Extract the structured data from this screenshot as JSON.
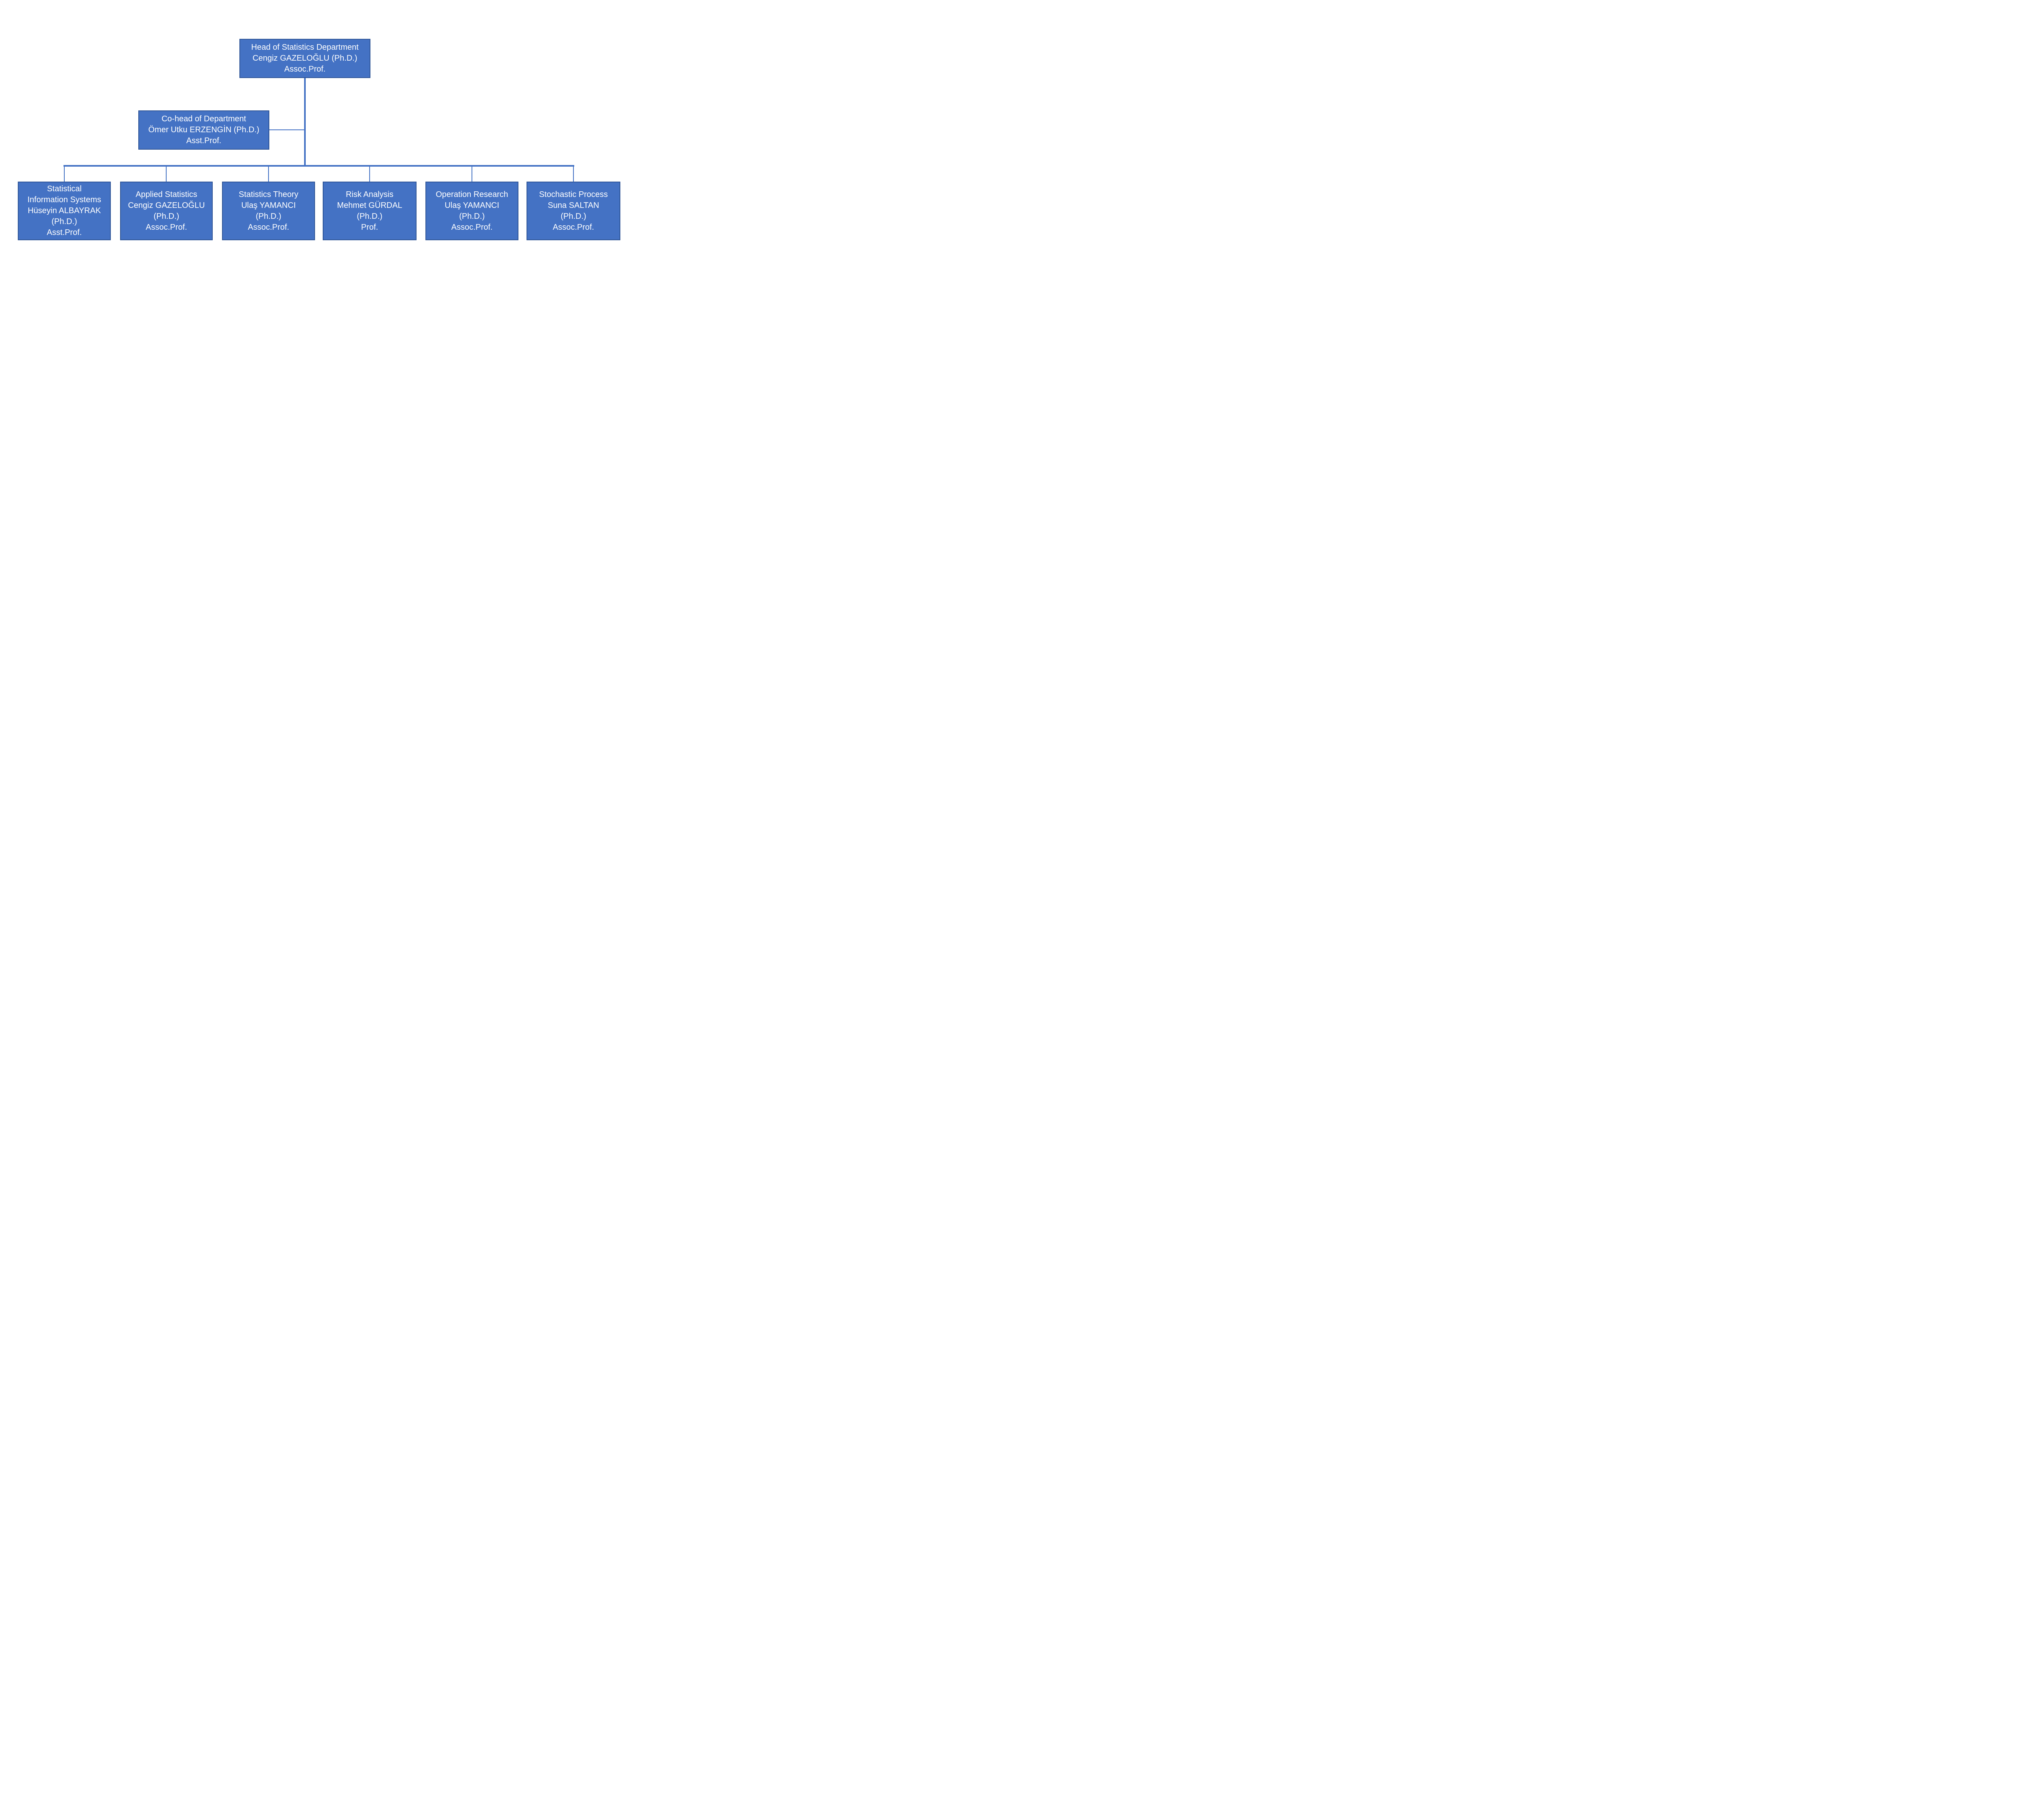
{
  "page": {
    "background": "#FFFFFF"
  },
  "chart": {
    "type": "org-chart",
    "colors": {
      "node_fill": "#4472C4",
      "node_border": "#2F5597",
      "connector": "#4472C4",
      "text": "#FFFFFF"
    },
    "head": {
      "lines": [
        "Head of Statistics Department",
        "Cengiz GAZELOĞLU (Ph.D.)",
        "Assoc.Prof."
      ]
    },
    "cohead": {
      "lines": [
        "Co-head of Department",
        "Ömer Utku ERZENGİN (Ph.D.)",
        "Asst.Prof."
      ]
    },
    "branches": [
      {
        "lines": [
          "Statistical",
          "Information Systems",
          "Hüseyin ALBAYRAK",
          "(Ph.D.)",
          "Asst.Prof."
        ]
      },
      {
        "lines": [
          "Applied Statistics",
          "Cengiz GAZELOĞLU",
          "(Ph.D.)",
          "Assoc.Prof."
        ]
      },
      {
        "lines": [
          "Statistics Theory",
          "Ulaş YAMANCI",
          "(Ph.D.)",
          "Assoc.Prof."
        ]
      },
      {
        "lines": [
          "Risk Analysis",
          "Mehmet GÜRDAL",
          "(Ph.D.)",
          "Prof."
        ]
      },
      {
        "lines": [
          "Operation Research",
          "Ulaş YAMANCI",
          "(Ph.D.)",
          "Assoc.Prof."
        ]
      },
      {
        "lines": [
          "Stochastic Process",
          "Suna SALTAN",
          "(Ph.D.)",
          "Assoc.Prof."
        ]
      }
    ]
  }
}
